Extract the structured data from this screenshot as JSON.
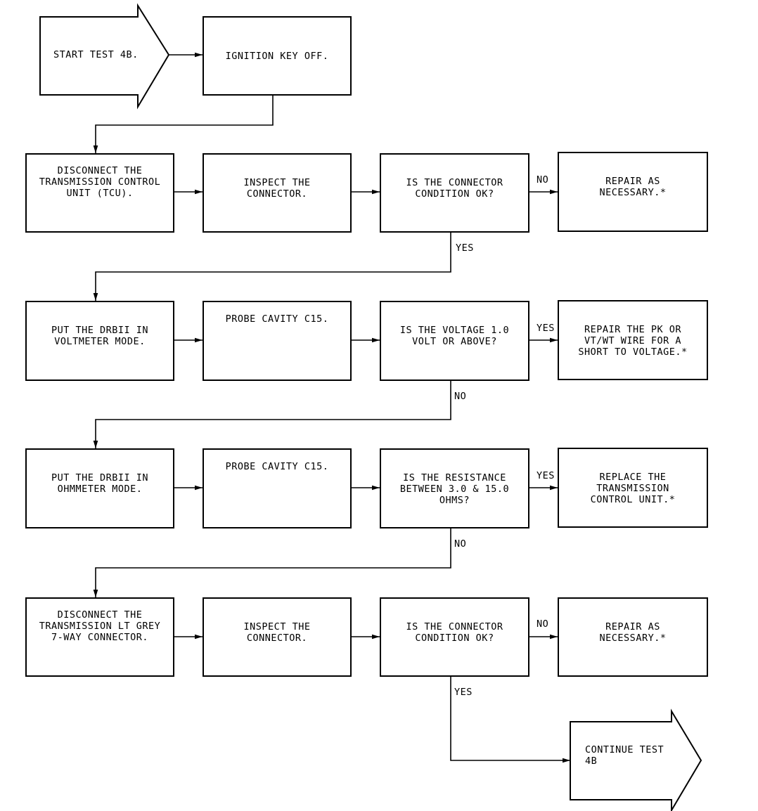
{
  "start": "START TEST 4B.",
  "end": "CONTINUE TEST\n4B",
  "boxes": {
    "b_ignition": "IGNITION KEY OFF.",
    "r1_c1": "DISCONNECT THE\nTRANSMISSION CONTROL\nUNIT (TCU).",
    "r1_c2": "INSPECT THE\nCONNECTOR.",
    "r1_c3": "IS THE CONNECTOR\nCONDITION OK?",
    "r1_c4": "REPAIR AS\nNECESSARY.*",
    "r2_c1": "PUT THE DRBII IN\nVOLTMETER MODE.",
    "r2_c2": "PROBE CAVITY C15.",
    "r2_c3": "IS THE VOLTAGE 1.0\nVOLT OR ABOVE?",
    "r2_c4": "REPAIR THE PK OR\nVT/WT WIRE FOR A\nSHORT TO VOLTAGE.*",
    "r3_c1": "PUT THE DRBII IN\nOHMMETER MODE.",
    "r3_c2": "PROBE CAVITY C15.",
    "r3_c3": "IS THE RESISTANCE\nBETWEEN 3.0 & 15.0\nOHMS?",
    "r3_c4": "REPLACE THE\nTRANSMISSION\nCONTROL UNIT.*",
    "r4_c1": "DISCONNECT THE\nTRANSMISSION LT GREY\n7-WAY CONNECTOR.",
    "r4_c2": "INSPECT THE\nCONNECTOR.",
    "r4_c3": "IS THE CONNECTOR\nCONDITION OK?",
    "r4_c4": "REPAIR AS\nNECESSARY.*"
  },
  "labels": {
    "r1_no": "NO",
    "r1_yes": "YES",
    "r2_yes": "YES",
    "r2_no": "NO",
    "r3_yes": "YES",
    "r3_no": "NO",
    "r4_no": "NO",
    "r4_yes": "YES"
  }
}
